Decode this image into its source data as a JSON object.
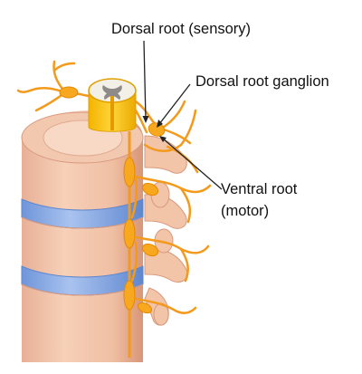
{
  "labels": {
    "dorsal_root": "Dorsal root (sensory)",
    "dorsal_root_ganglion": "Dorsal root ganglion",
    "ventral_root_line1": "Ventral root",
    "ventral_root_line2": "(motor)"
  },
  "colors": {
    "bone": "#f3c6ab",
    "bone_shadow": "#d99a7e",
    "bone_top": "#f7d9c5",
    "disc": "#8fb1e6",
    "disc_edge": "#5f87cf",
    "nerve": "#f39a1d",
    "nerve_light": "#ffc24d",
    "cord_yellow": "#f7c51a",
    "gray_matter": "#8e8a8a",
    "white_matter": "#f3f0e8"
  }
}
